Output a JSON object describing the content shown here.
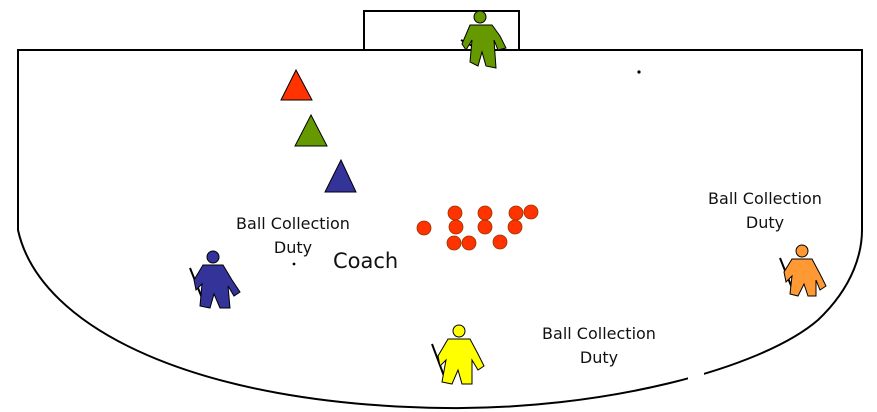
{
  "labels": {
    "ball_collection_left": [
      "Ball Collection",
      "Duty"
    ],
    "ball_collection_right": [
      "Ball Collection",
      "Duty"
    ],
    "ball_collection_bottom": [
      "Ball Collection",
      "Duty"
    ],
    "coach": "Coach"
  },
  "colors": {
    "cone_red": "#ff3300",
    "cone_green": "#669900",
    "cone_blue": "#333399",
    "ball": "#ff3300",
    "keeper_goal": "#669900",
    "player_blue": "#333399",
    "player_yellow": "#ffff00",
    "player_orange": "#ff9933",
    "lines": "#000000"
  },
  "icons": {
    "goalkeeper": "goalkeeper-icon",
    "player": "field-player-icon",
    "cone": "cone-icon",
    "ball": "ball-icon"
  }
}
